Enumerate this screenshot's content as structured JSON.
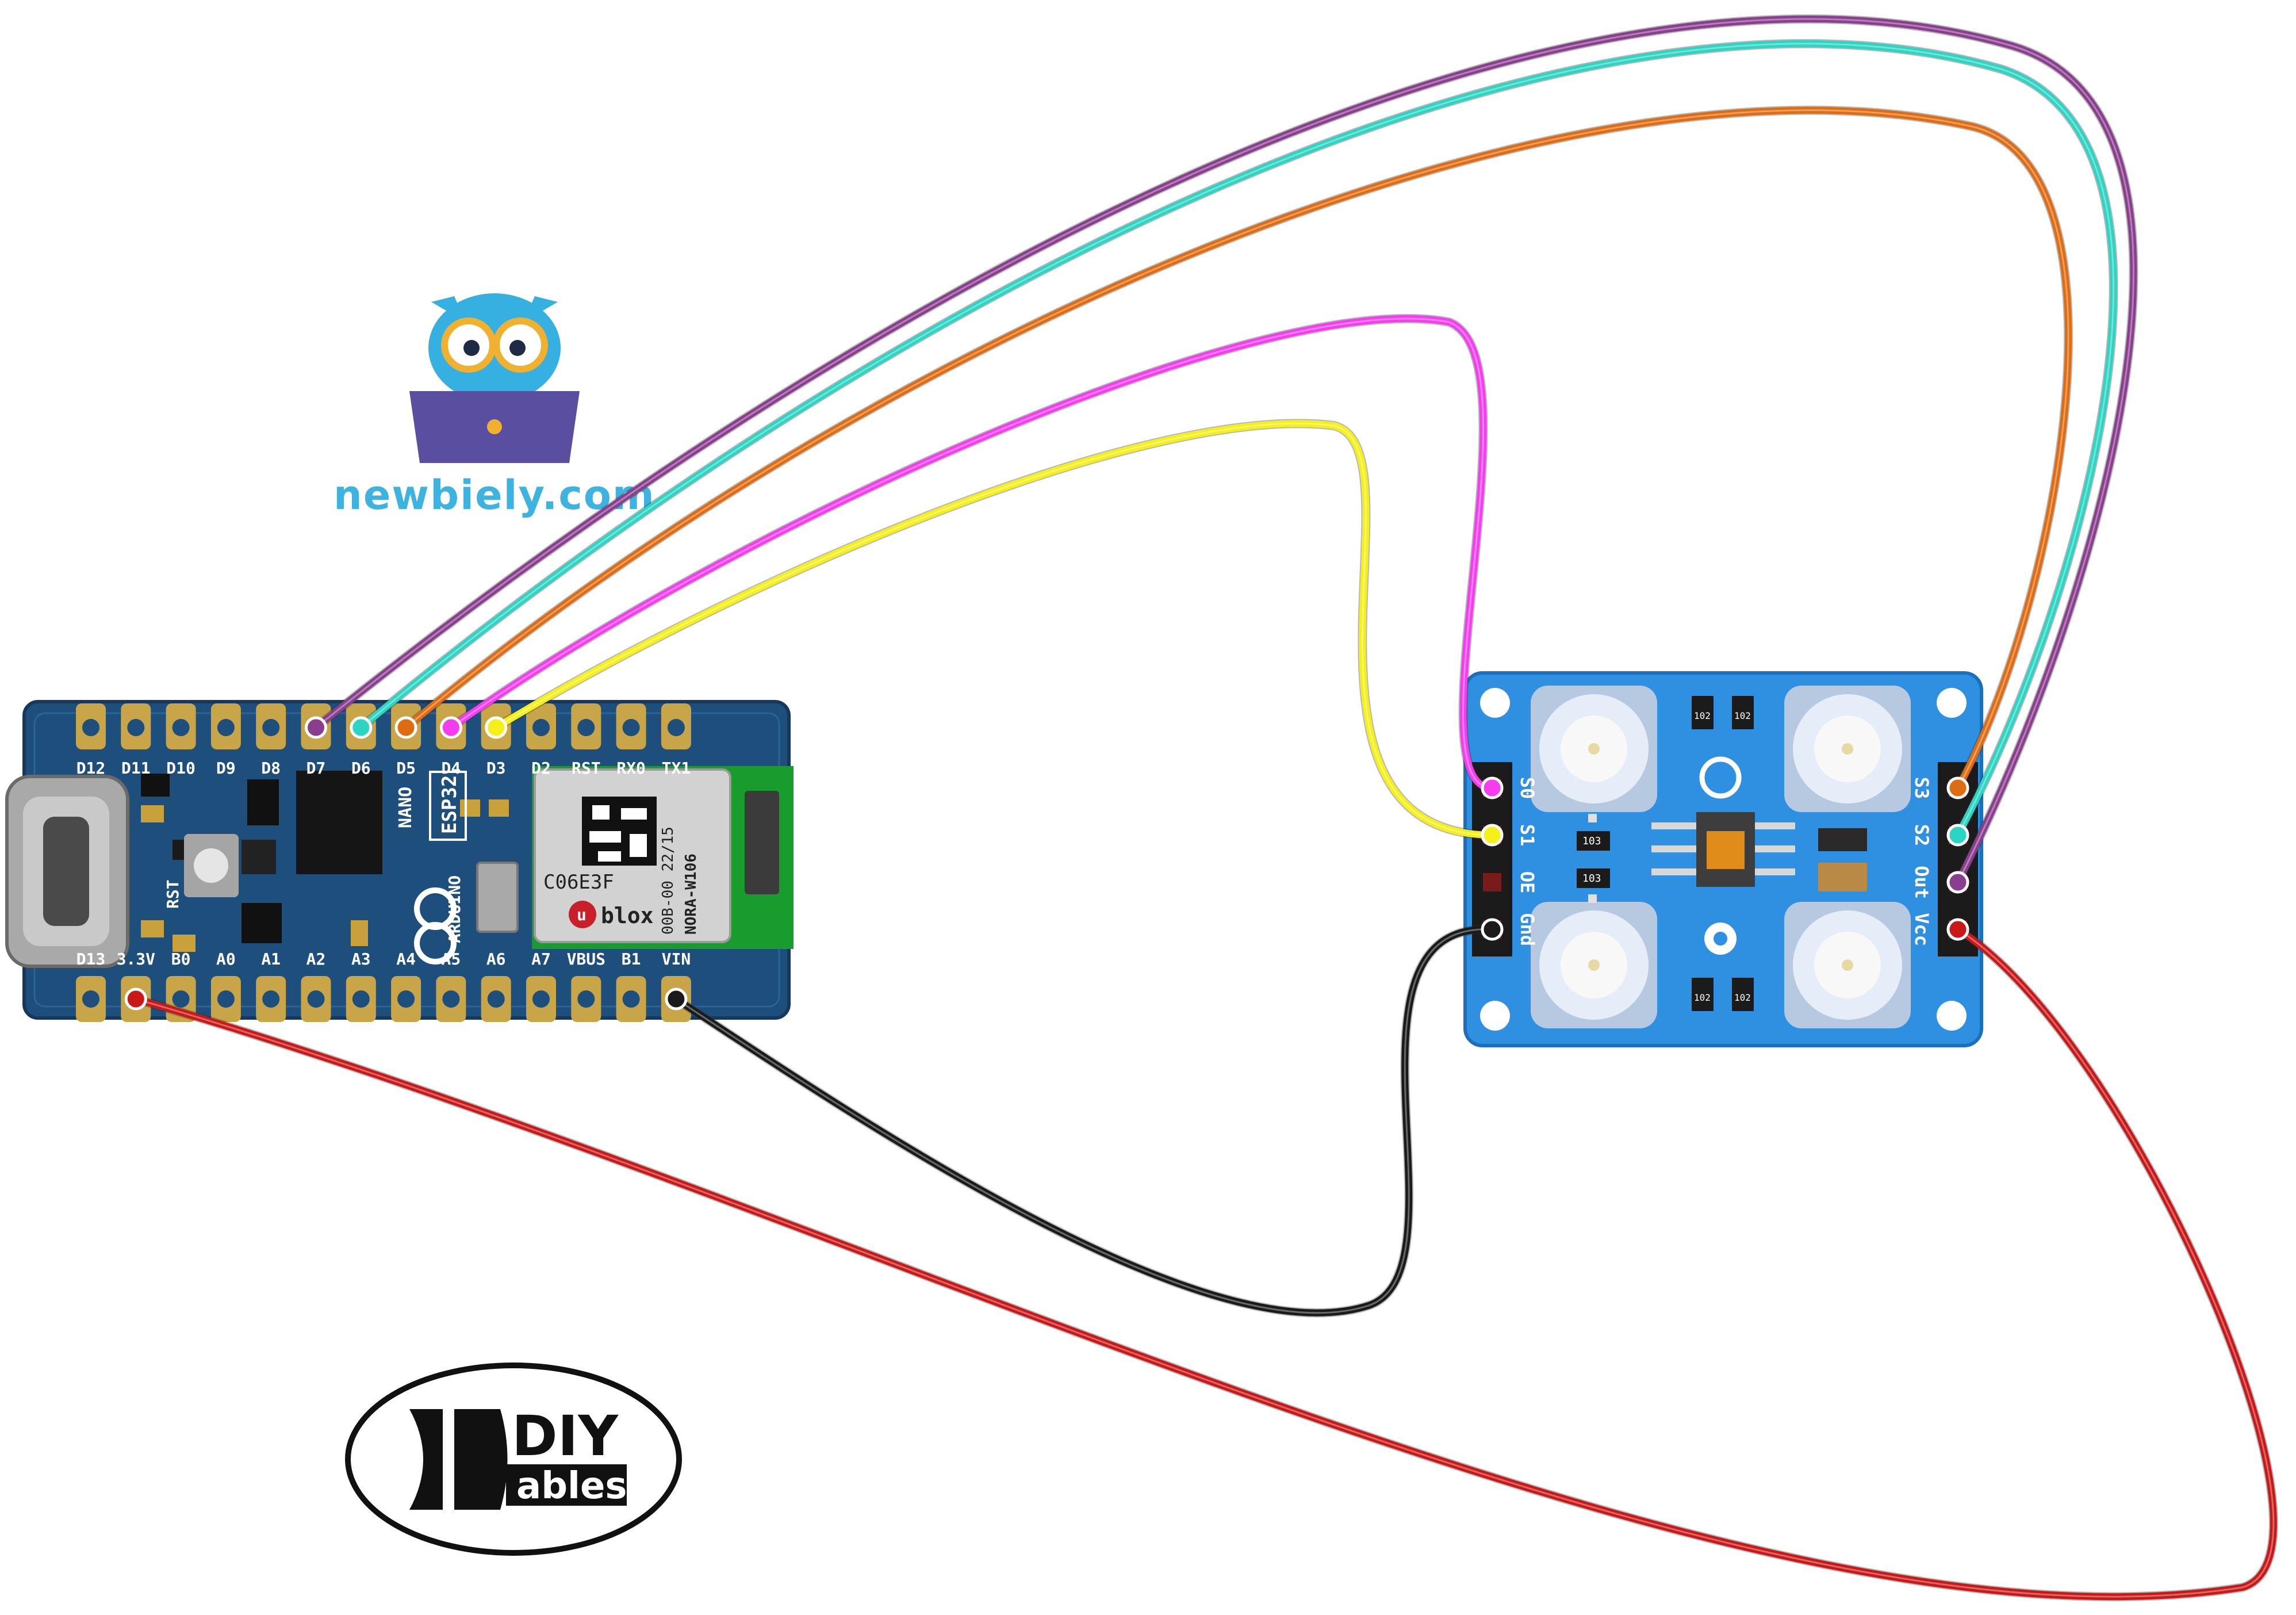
{
  "watermark": {
    "site": "newbiely.com",
    "brand_main": "DIY",
    "brand_sub": "ables"
  },
  "board": {
    "top_labels": [
      "D12",
      "D11",
      "D10",
      "D9",
      "D8",
      "D7",
      "D6",
      "D5",
      "D4",
      "D3",
      "D2",
      "RST",
      "RX0",
      "TX1"
    ],
    "bottom_labels": [
      "D13",
      "3.3V",
      "B0",
      "A0",
      "A1",
      "A2",
      "A3",
      "A4",
      "A5",
      "A6",
      "A7",
      "VBUS",
      "B1",
      "VIN"
    ],
    "nano_label": "NANO",
    "esp_label": "ESP32",
    "arduino_label": "ARDUINO",
    "rst_button_label": "RST",
    "module_code": "C06E3F",
    "module_id": "00B-00 22/15",
    "module_name": "NORA-W106",
    "module_brand": "blox"
  },
  "sensor": {
    "left_pins": [
      "S0",
      "S1",
      "OE",
      "Gnd"
    ],
    "right_pins": [
      "S3",
      "S2",
      "Out",
      "Vcc"
    ],
    "resistor_codes": [
      "102",
      "102",
      "103",
      "103",
      "102",
      "102"
    ]
  },
  "wires": [
    {
      "from": "D7",
      "to": "Out",
      "color": "#8a3e8e"
    },
    {
      "from": "D6",
      "to": "S2",
      "color": "#2cd4c4"
    },
    {
      "from": "D5",
      "to": "S3",
      "color": "#e06c12"
    },
    {
      "from": "D4",
      "to": "S0",
      "color": "#f53df0"
    },
    {
      "from": "D3",
      "to": "S1",
      "color": "#f5f01c"
    },
    {
      "from": "VIN",
      "to": "Gnd",
      "color": "#1a1a1a"
    },
    {
      "from": "3.3V",
      "to": "Vcc",
      "color": "#c81818"
    }
  ]
}
